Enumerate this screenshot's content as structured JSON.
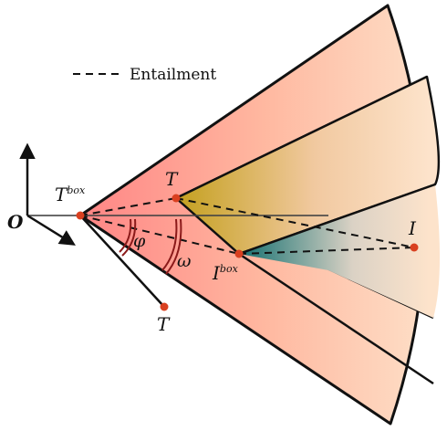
{
  "legend": {
    "label": "Entailment"
  },
  "labels": {
    "origin": "O",
    "text_box": {
      "base": "T",
      "sup": "box"
    },
    "text": "T",
    "text_projected": "T",
    "image": "I",
    "image_box": {
      "base": "I",
      "sup": "box"
    },
    "angle_phi": "φ",
    "angle_omega": "ω"
  },
  "colors": {
    "cone_start": "#ff8080",
    "cone_end": "#fde1c6",
    "text_cone_start": "#c8a020",
    "image_cone_start": "#157070",
    "angle_arc": "#8b1a1a",
    "point": "#d94020",
    "stroke": "#111111"
  }
}
